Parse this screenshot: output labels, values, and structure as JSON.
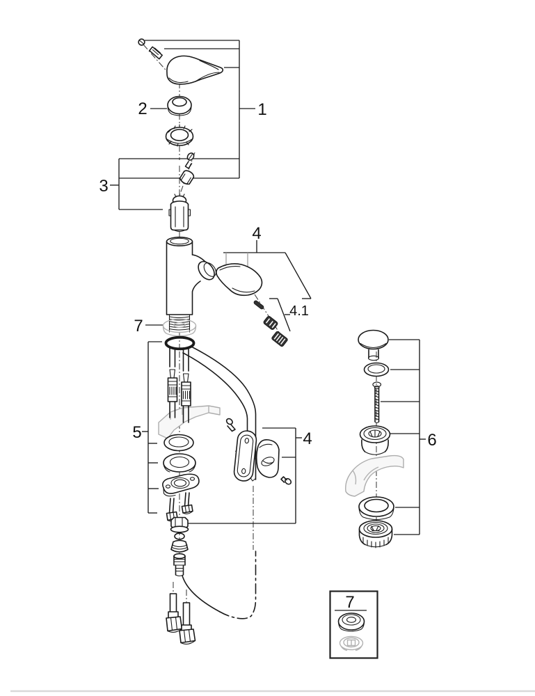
{
  "diagram": {
    "type": "exploded-parts-diagram",
    "subject": "single-lever pull-out faucet with pop-up drain assembly",
    "callouts": {
      "c1": "1",
      "c2": "2",
      "c3": "3",
      "c4_top": "4",
      "c4_sub": "4.1",
      "c4_bottom": "4",
      "c5": "5",
      "c6": "6",
      "c7_body": "7",
      "c7_box": "7"
    },
    "colors": {
      "ink": "#1a1a1a",
      "bracket_gray": "#9b9b9b",
      "cutaway_gray": "#adadad",
      "background": "#ffffff",
      "footer_rule": "#d9d9d9"
    }
  }
}
